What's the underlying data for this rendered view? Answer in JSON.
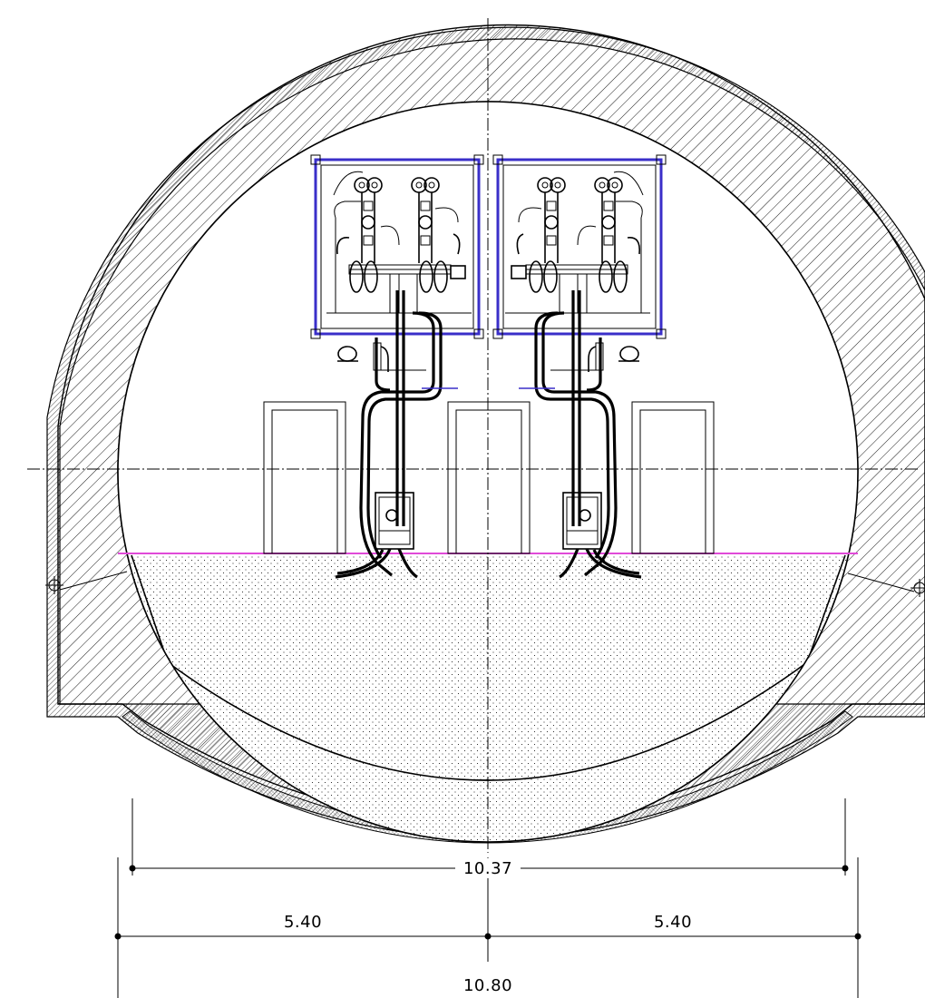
{
  "drawing": {
    "type": "tunnel cross-section",
    "dimensions": {
      "inner_width": "10.37",
      "left_half": "5.40",
      "right_half": "5.40",
      "outer_width": "10.80"
    },
    "colors": {
      "panel_frame": "#3a2fc9",
      "floor_line": "#e04ad8",
      "linework": "#000000",
      "hatch": "#000000",
      "background": "#ffffff"
    }
  }
}
